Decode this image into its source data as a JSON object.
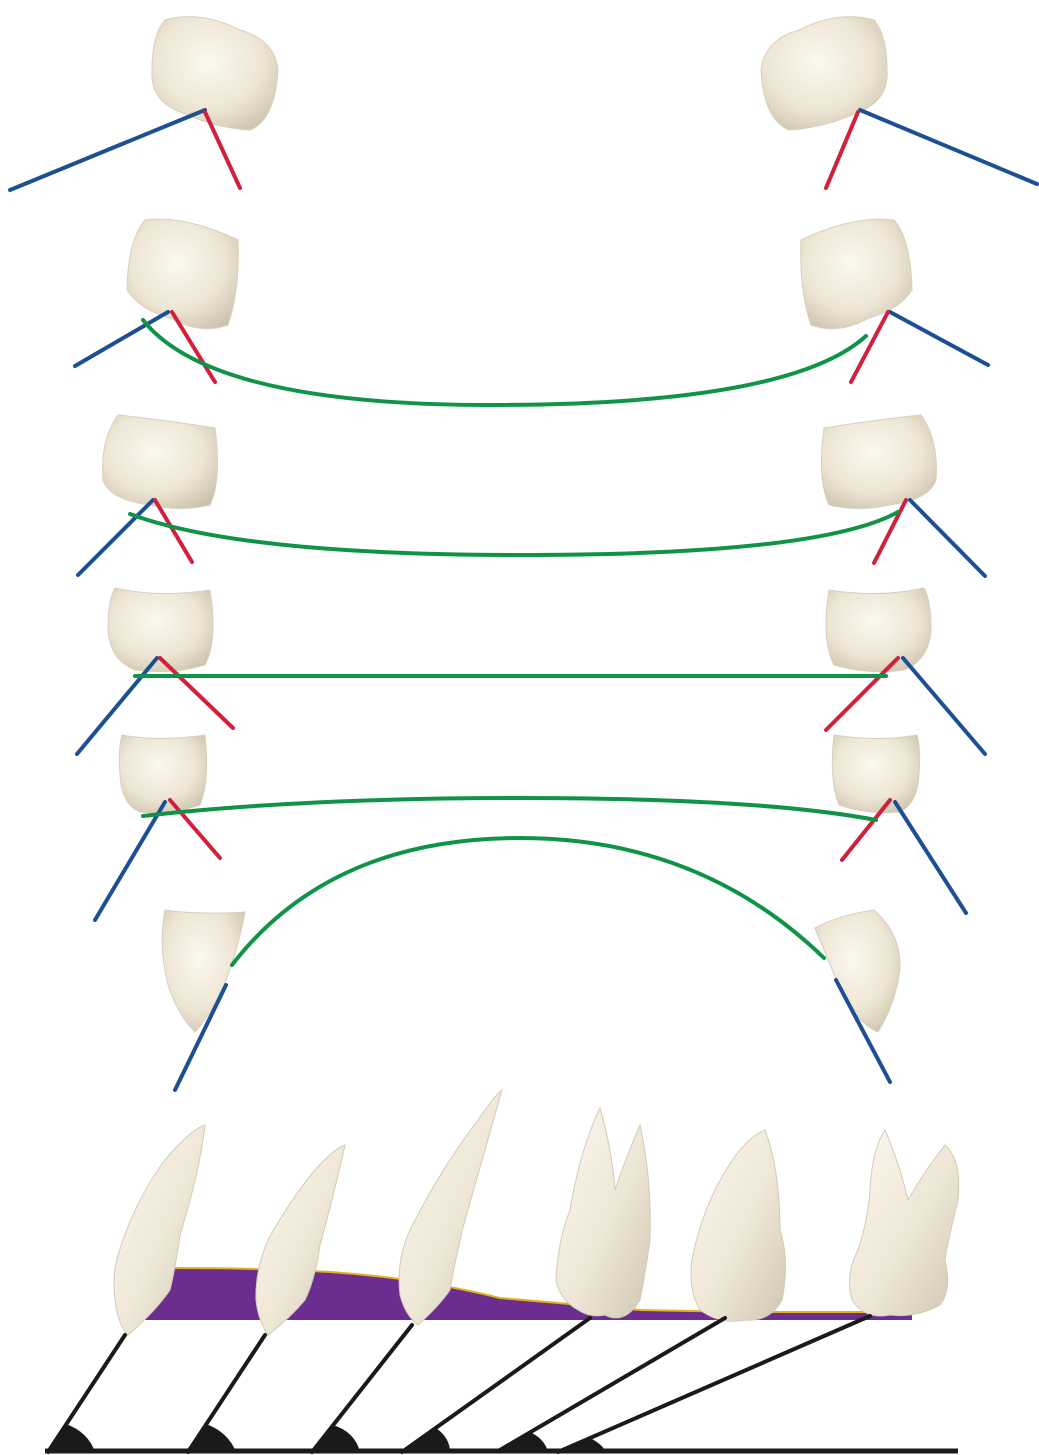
{
  "diagram": {
    "colors": {
      "background": "#ffffff",
      "tooth_fill": "#efe7d6",
      "tooth_shadow": "#cfc6b2",
      "tooth_highlight": "#fbf8f0",
      "axis_blue": "#1d4f94",
      "axis_red": "#d21f3c",
      "curve_green": "#0f9447",
      "band_purple": "#6b2d90",
      "band_edge": "#e2b21a",
      "line_black": "#1a1a1a"
    },
    "occlusal_rows": 6,
    "lateral_teeth": 6,
    "angle_markers": 6
  }
}
